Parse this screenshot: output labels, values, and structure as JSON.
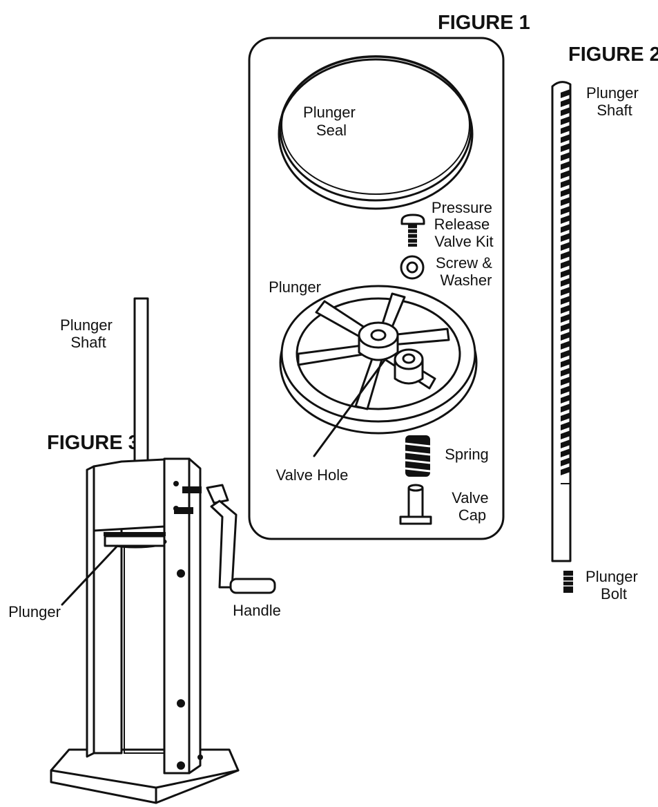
{
  "figure1": {
    "title": "FIGURE 1",
    "labels": {
      "plunger_seal": [
        "Plunger",
        "Seal"
      ],
      "pressure_release_valve_kit": [
        "Pressure",
        "Release",
        "Valve Kit"
      ],
      "screw_washer": [
        "Screw &",
        "Washer"
      ],
      "plunger": [
        "Plunger"
      ],
      "valve_hole": [
        "Valve Hole"
      ],
      "spring": [
        "Spring"
      ],
      "valve_cap": [
        "Valve",
        "Cap"
      ]
    }
  },
  "figure2": {
    "title": "FIGURE 2",
    "labels": {
      "plunger_shaft": [
        "Plunger",
        "Shaft"
      ],
      "plunger_bolt": [
        "Plunger",
        "Bolt"
      ]
    }
  },
  "figure3": {
    "title": "FIGURE 3",
    "labels": {
      "plunger_shaft": [
        "Plunger",
        "Shaft"
      ],
      "plunger": [
        "Plunger"
      ],
      "handle": [
        "Handle"
      ]
    }
  }
}
